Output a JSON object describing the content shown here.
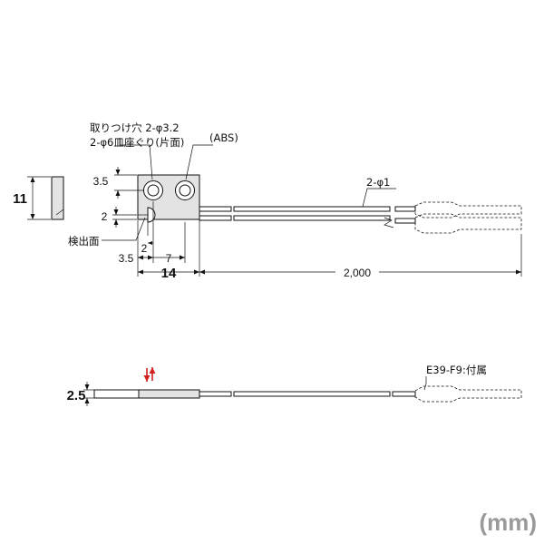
{
  "labels": {
    "mounting_hole": "取りつけ穴 2-φ3.2",
    "counterbore": "2-φ6皿座ぐり(片面)",
    "material": "(ABS)",
    "cable": "2-φ1",
    "sensing_face": "検出面",
    "accessory": "E39-F9:付属",
    "unit": "(mm)"
  },
  "dimensions": {
    "height_side": "11",
    "hole_offset": "3.5",
    "face_offset": "2",
    "bottom_left": "3.5",
    "bottom_mid": "2",
    "bottom_right": "7",
    "width": "14",
    "cable_length": "2,000",
    "thickness": "2.5"
  },
  "colors": {
    "body": "#e3e3e3",
    "arrow": "#d42020",
    "unit": "#9a9a9a"
  }
}
